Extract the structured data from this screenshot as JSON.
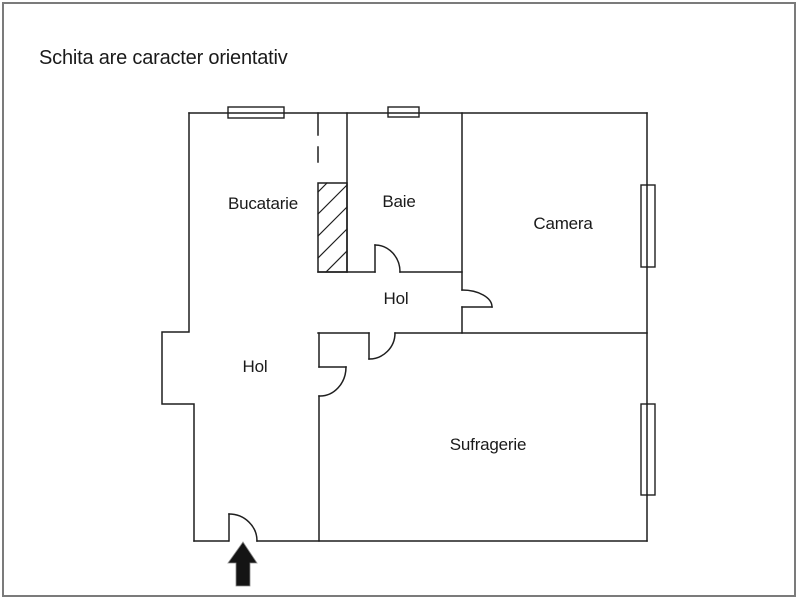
{
  "page": {
    "title": "Schita are caracter orientativ"
  },
  "colors": {
    "background": "#ffffff",
    "page_border": "#7b7b7b",
    "wall_line": "#1f1f1f",
    "arrow_fill": "#141414"
  },
  "floor_plan": {
    "rooms": [
      {
        "name": "Bucatarie"
      },
      {
        "name": "Baie"
      },
      {
        "name": "Camera"
      },
      {
        "name": "Hol"
      },
      {
        "name": "Hol"
      },
      {
        "name": "Sufragerie"
      }
    ],
    "features": {
      "windows": 4,
      "doors": 5,
      "hatched_wall_section": true,
      "entrance_arrow": true
    }
  }
}
